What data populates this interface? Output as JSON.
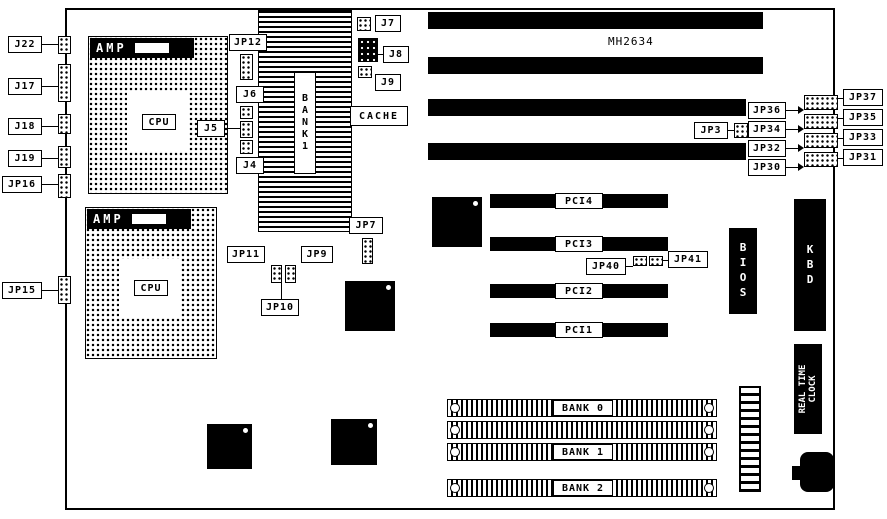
{
  "board": {
    "model": "MH2634"
  },
  "labels": {
    "j22": "J22",
    "j17": "J17",
    "j18": "J18",
    "j19": "J19",
    "jp16": "JP16",
    "jp15": "JP15",
    "jp12": "JP12",
    "j6": "J6",
    "j5": "J5",
    "j4": "J4",
    "j7": "J7",
    "j8": "J8",
    "j9": "J9",
    "jp7": "JP7",
    "jp11": "JP11",
    "jp9": "JP9",
    "jp10": "JP10",
    "jp3": "JP3",
    "jp40": "JP40",
    "jp41": "JP41",
    "jp36": "JP36",
    "jp34": "JP34",
    "jp32": "JP32",
    "jp30": "JP30",
    "jp37": "JP37",
    "jp35": "JP35",
    "jp33": "JP33",
    "jp31": "JP31"
  },
  "cpu": {
    "socket_label": "CPU",
    "vendor": "AMP"
  },
  "cache": {
    "label": "CACHE"
  },
  "memory": {
    "bank1_vertical": "BANK1",
    "simm_banks": [
      "BANK 0",
      "BANK 1",
      "BANK 2"
    ]
  },
  "slots": {
    "pci": [
      "PCI4",
      "PCI3",
      "PCI2",
      "PCI1"
    ]
  },
  "chips": {
    "bios": "BIOS",
    "kbd": "KBD",
    "rtc": "REAL TIME CLOCK"
  }
}
